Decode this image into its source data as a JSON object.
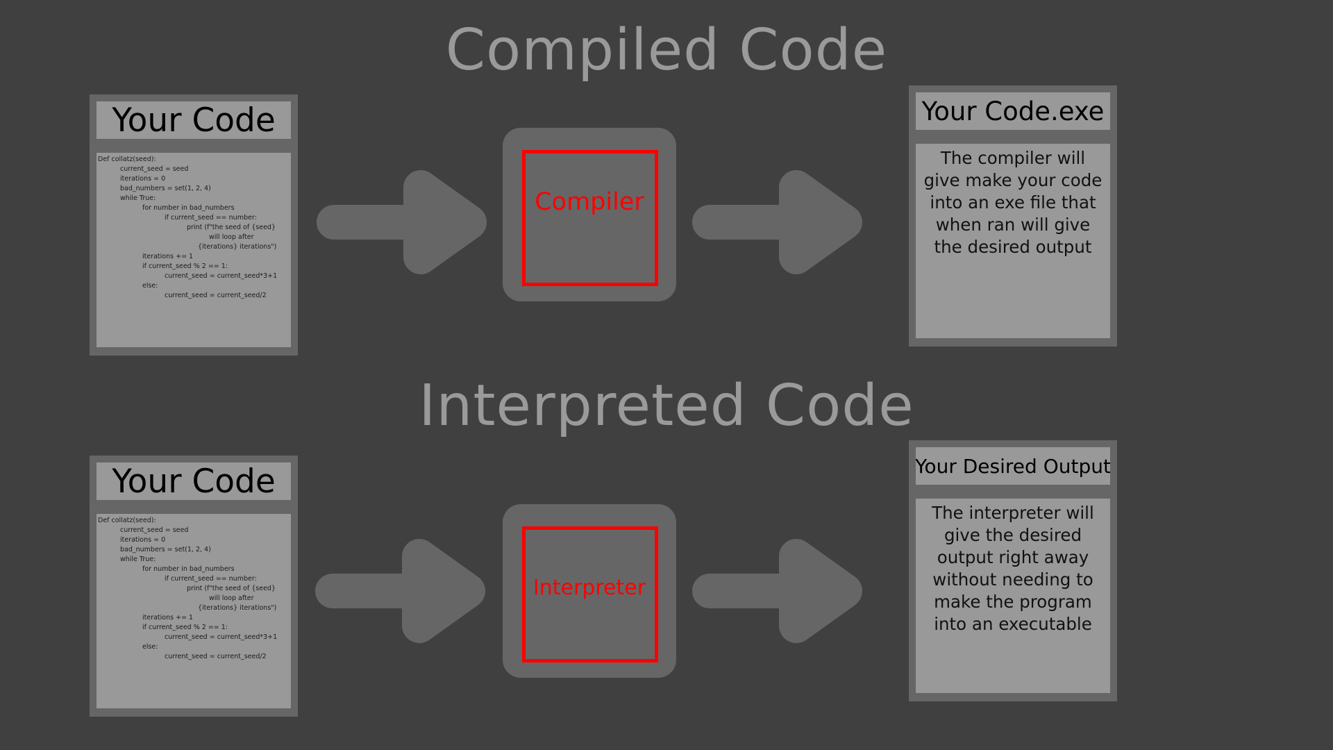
{
  "compiled": {
    "title": "Compiled Code",
    "input": {
      "heading": "Your Code",
      "code": [
        "Def collatz(seed):",
        "current_seed = seed",
        "iterations = 0",
        "bad_numbers = set(1, 2, 4)",
        "while True:",
        "for number in bad_numbers",
        "if current_seed == number:",
        "print (f\"the seed of {seed}",
        "will loop after",
        "{iterations} iterations\")",
        "iterations += 1",
        "if current_seed % 2 == 1:",
        "current_seed = current_seed*3+1",
        "else:",
        "current_seed = current_seed/2"
      ]
    },
    "processor": {
      "label": "Compiler"
    },
    "output": {
      "heading": "Your Code.exe",
      "description": "The compiler will give make your code into an exe file that when ran will give the desired output"
    }
  },
  "interpreted": {
    "title": "Interpreted Code",
    "input": {
      "heading": "Your Code",
      "code": [
        "Def collatz(seed):",
        "current_seed = seed",
        "iterations = 0",
        "bad_numbers = set(1, 2, 4)",
        "while True:",
        "for number in bad_numbers",
        "if current_seed == number:",
        "print (f\"the seed of {seed}",
        "will loop after",
        "{iterations} iterations\")",
        "iterations += 1",
        "if current_seed % 2 == 1:",
        "current_seed = current_seed*3+1",
        "else:",
        "current_seed = current_seed/2"
      ]
    },
    "processor": {
      "label": "Interpreter"
    },
    "output": {
      "heading": "Your Desired Output",
      "description": "The interpreter will give the desired output right away without needing to make the program into an executable"
    }
  },
  "colors": {
    "background": "#404040",
    "panel": "#666666",
    "card": "#999999",
    "title_text": "#9a9a9a",
    "accent": "#ff0000"
  }
}
